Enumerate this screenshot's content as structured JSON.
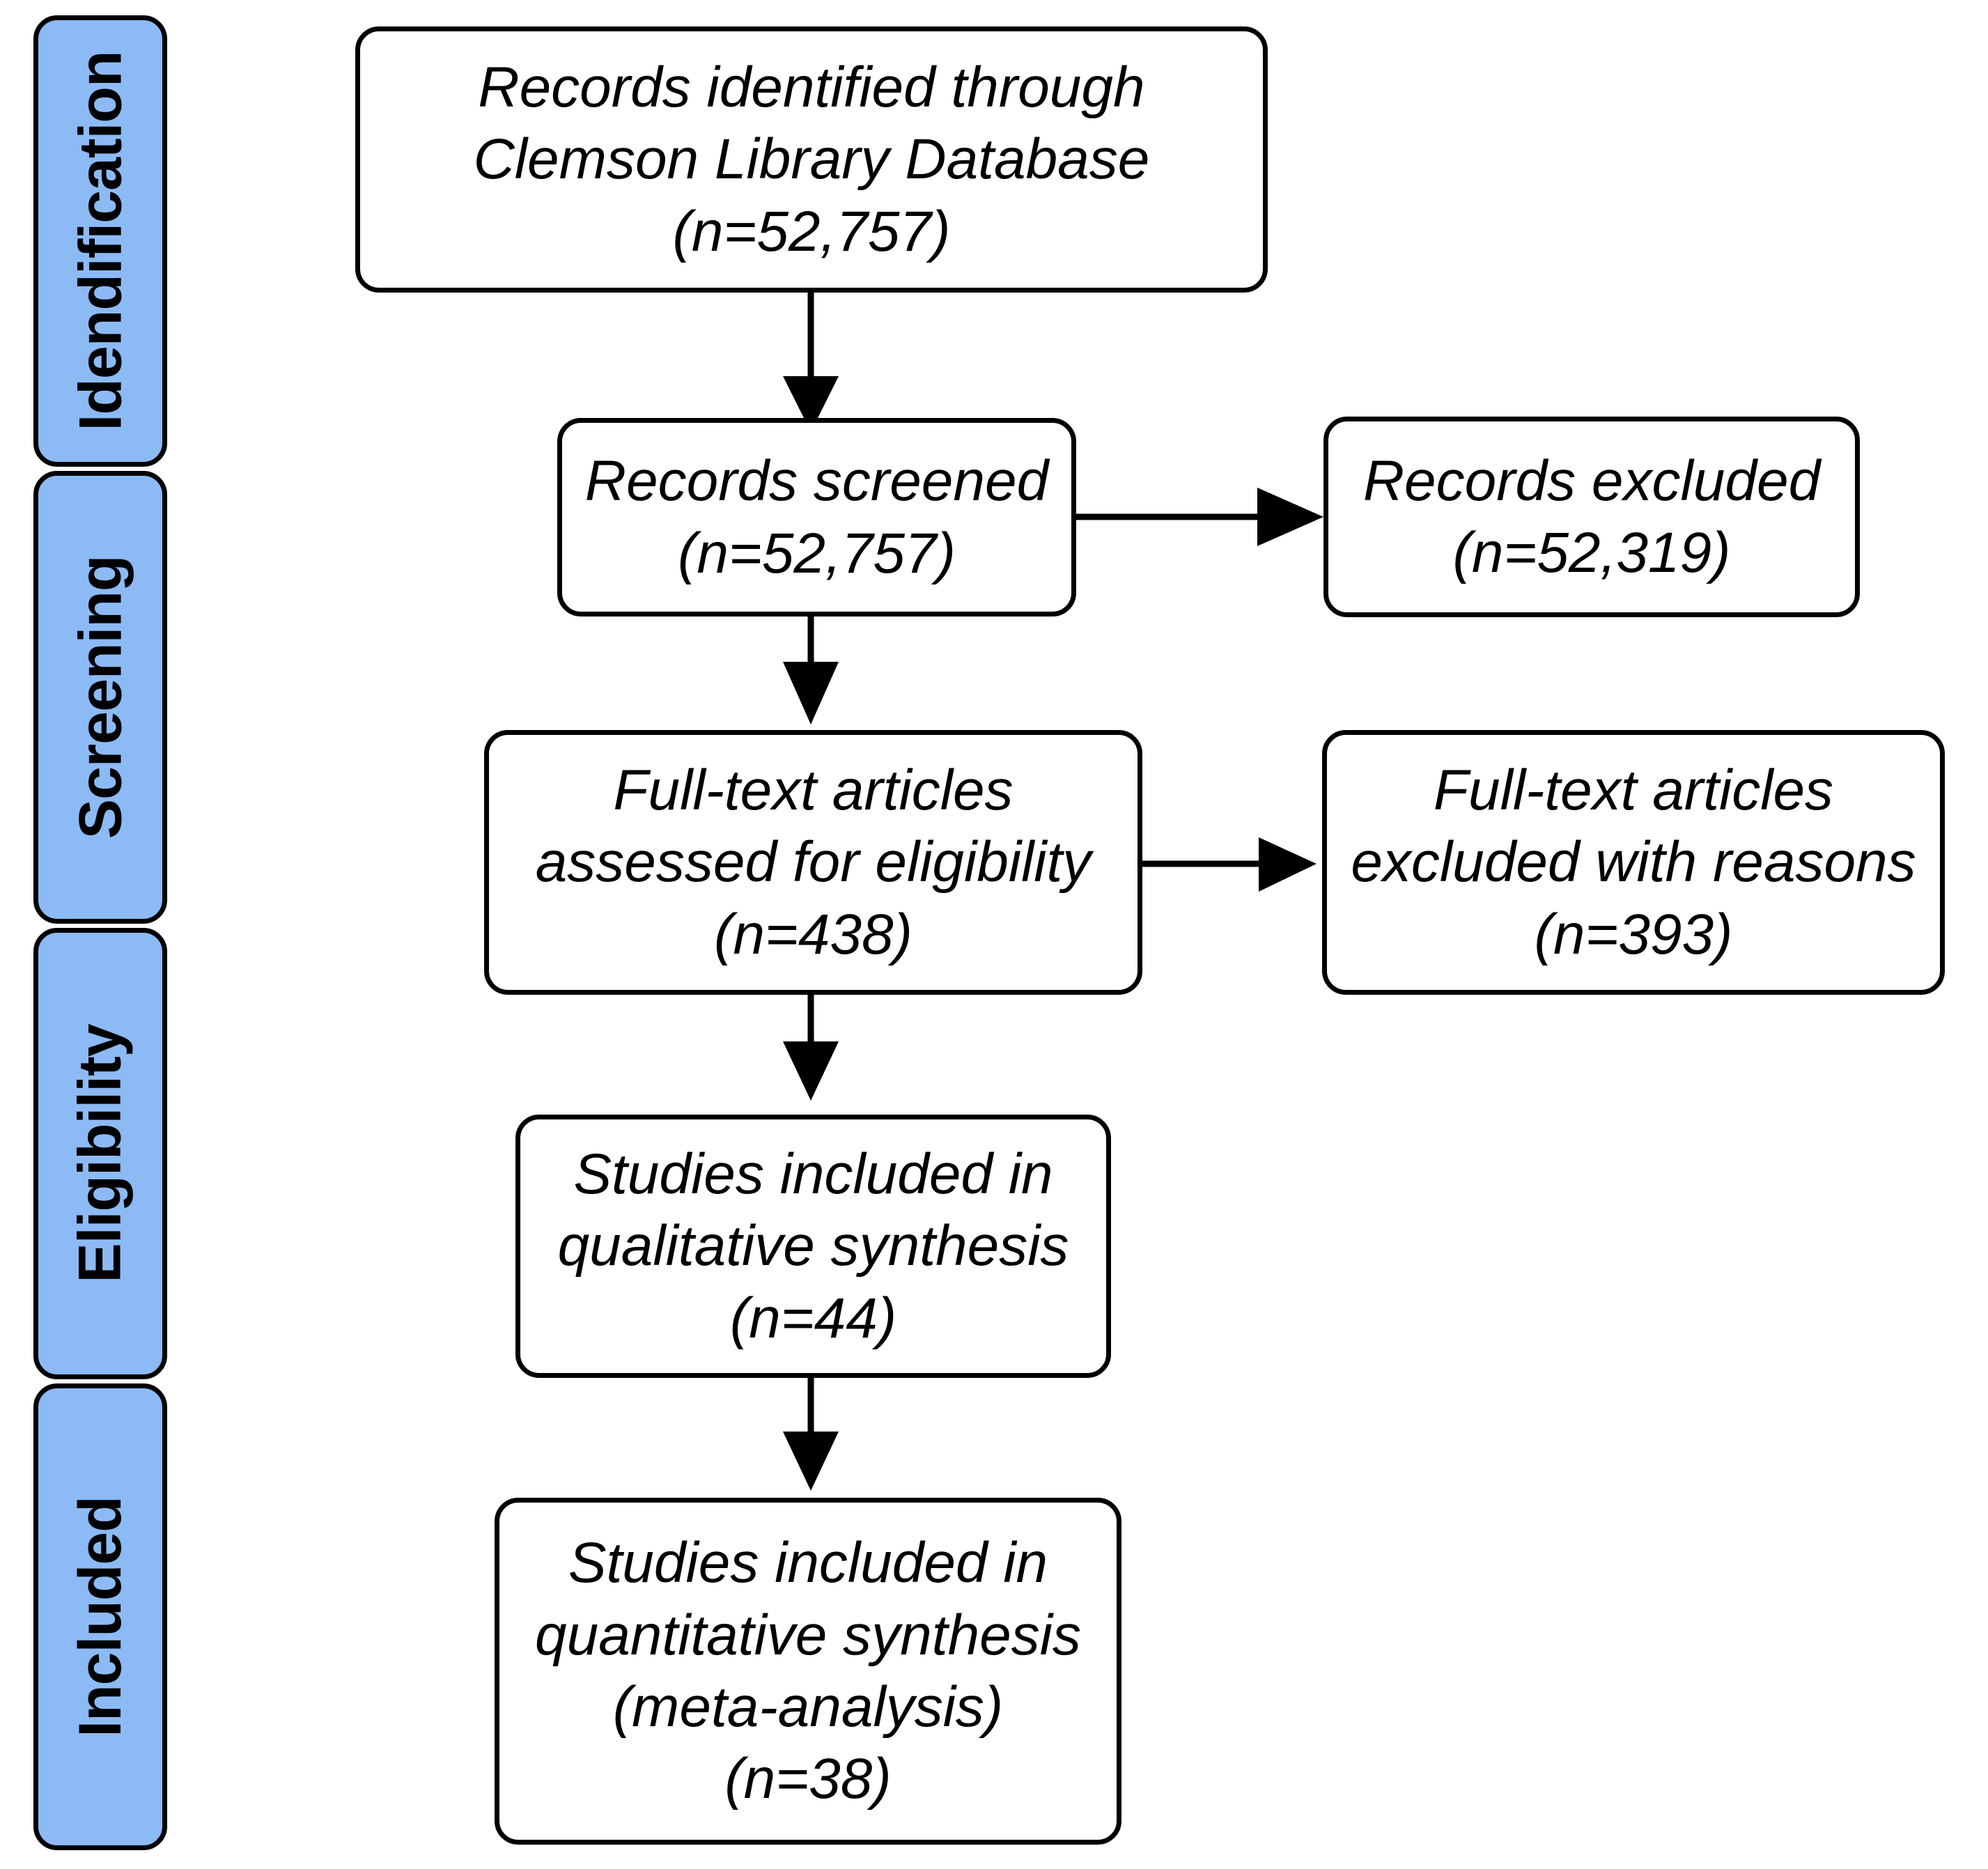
{
  "diagram": {
    "title": "PRISMA flow diagram",
    "accent_color": "#8CBAF5",
    "line_color": "#000000",
    "box_fill": "#FFFFFF"
  },
  "stages": [
    {
      "id": "identification",
      "label": "Idendification"
    },
    {
      "id": "screening",
      "label": "Screening"
    },
    {
      "id": "eligibility",
      "label": "Eligibility"
    },
    {
      "id": "included",
      "label": "Included"
    }
  ],
  "boxes": {
    "records_identified": {
      "text": "Records identified through\nClemson Library Database\n(n=52,757)",
      "count": "52,757"
    },
    "records_screened": {
      "text": "Records screened\n(n=52,757)",
      "count": "52,757"
    },
    "records_excluded": {
      "text": "Records excluded\n(n=52,319)",
      "count": "52,319"
    },
    "fulltext_assessed": {
      "text": "Full-text articles\nassessed for eligibility\n(n=438)",
      "count": "438"
    },
    "fulltext_excluded": {
      "text": "Full-text articles\nexcluded with reasons\n(n=393)",
      "count": "393"
    },
    "qualitative_synthesis": {
      "text": "Studies included in\nqualitative synthesis\n(n=44)",
      "count": "44"
    },
    "quantitative_synthesis": {
      "text": "Studies included in\nquantitative synthesis\n(meta-analysis)\n(n=38)",
      "count": "38"
    }
  },
  "chart_data": {
    "type": "diagram",
    "title": "PRISMA flow diagram",
    "nodes": [
      {
        "id": "records_identified",
        "label": "Records identified through Clemson Library Database",
        "n": 52757,
        "stage": "Idendification"
      },
      {
        "id": "records_screened",
        "label": "Records screened",
        "n": 52757,
        "stage": "Screening"
      },
      {
        "id": "records_excluded",
        "label": "Records excluded",
        "n": 52319,
        "stage": "Screening"
      },
      {
        "id": "fulltext_assessed",
        "label": "Full-text articles assessed for eligibility",
        "n": 438,
        "stage": "Eligibility"
      },
      {
        "id": "fulltext_excluded",
        "label": "Full-text articles excluded with reasons",
        "n": 393,
        "stage": "Eligibility"
      },
      {
        "id": "qualitative_synthesis",
        "label": "Studies included in qualitative synthesis",
        "n": 44,
        "stage": "Included"
      },
      {
        "id": "quantitative_synthesis",
        "label": "Studies included in quantitative synthesis (meta-analysis)",
        "n": 38,
        "stage": "Included"
      }
    ],
    "edges": [
      {
        "from": "records_identified",
        "to": "records_screened",
        "direction": "down"
      },
      {
        "from": "records_screened",
        "to": "records_excluded",
        "direction": "right"
      },
      {
        "from": "records_screened",
        "to": "fulltext_assessed",
        "direction": "down"
      },
      {
        "from": "fulltext_assessed",
        "to": "fulltext_excluded",
        "direction": "right"
      },
      {
        "from": "fulltext_assessed",
        "to": "qualitative_synthesis",
        "direction": "down"
      },
      {
        "from": "qualitative_synthesis",
        "to": "quantitative_synthesis",
        "direction": "down"
      }
    ]
  }
}
